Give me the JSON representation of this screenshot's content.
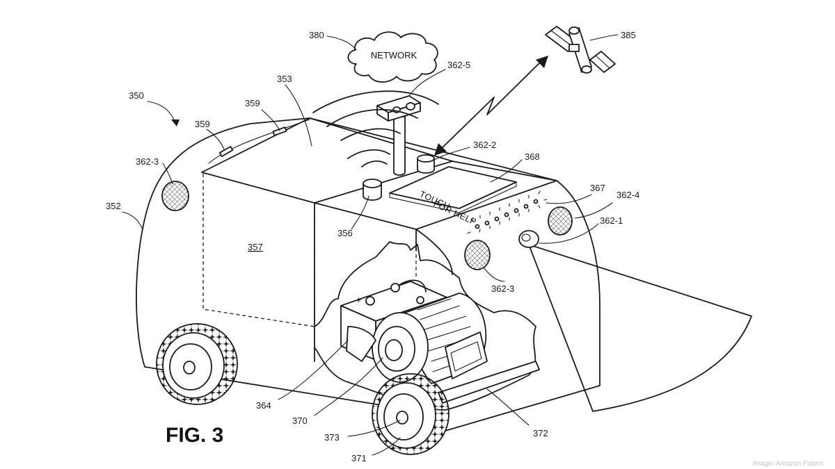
{
  "figure_label": "FIG. 3",
  "network_label": "NETWORK",
  "help_plate": {
    "line1": "TOUCH",
    "line2": "FOR HELP"
  },
  "credit": "Image: Amazon Patent",
  "refs": {
    "r350": "350",
    "r352": "352",
    "r353": "353",
    "r356": "356",
    "r357": "357",
    "r359a": "359",
    "r359b": "359",
    "r362_1": "362-1",
    "r362_2": "362-2",
    "r362_3a": "362-3",
    "r362_3b": "362-3",
    "r362_4": "362-4",
    "r362_5": "362-5",
    "r364": "364",
    "r367": "367",
    "r368": "368",
    "r370": "370",
    "r371": "371",
    "r372": "372",
    "r373": "373",
    "r380": "380",
    "r385": "385"
  }
}
